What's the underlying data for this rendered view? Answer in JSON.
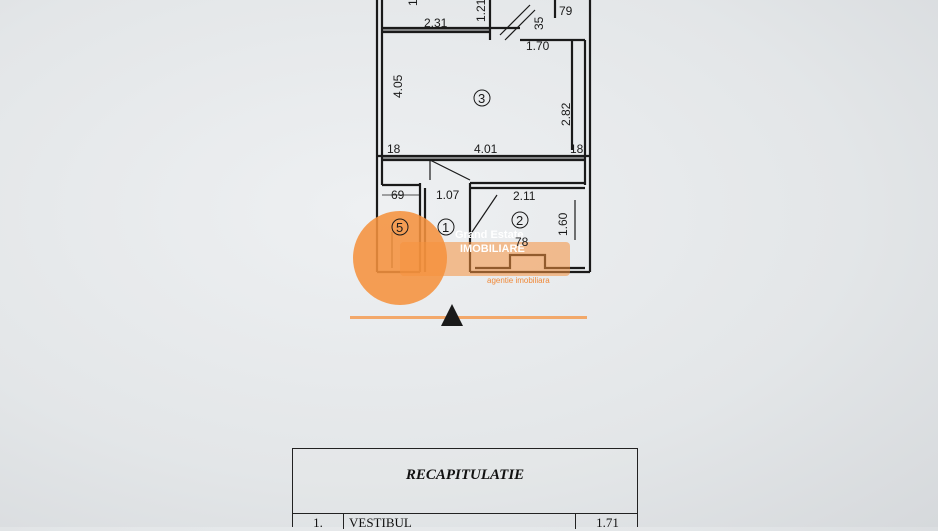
{
  "dimensions": {
    "top_left_width": "2.31",
    "top_mid_height": "1.21",
    "top_small": "35",
    "top_right": "79",
    "top_partial": "1.",
    "stair_width": "1.70",
    "room3_height": "4.05",
    "room3_inner_height": "2.82",
    "wall_left": "18",
    "room3_width": "4.01",
    "wall_right": "18",
    "room5_width": "69",
    "vestibule_width": "1.07",
    "room2_width": "2.11",
    "room2_height": "1.60",
    "room2_lower": "78"
  },
  "rooms": {
    "r1": "1",
    "r2": "2",
    "r3": "3",
    "r5": "5"
  },
  "watermark": {
    "line1": "Grand Estate",
    "line2": "IMOBILIARE",
    "line3": "agentie imobiliara"
  },
  "recap": {
    "title": "RECAPITULATIE",
    "rows": [
      {
        "num": "1.",
        "name": "VESTIBUL",
        "area": "1.71"
      }
    ]
  }
}
